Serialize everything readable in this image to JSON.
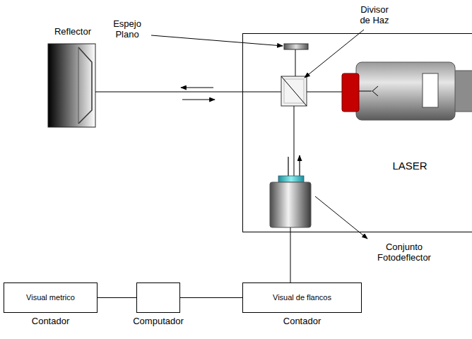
{
  "diagram": {
    "nodes": [
      {
        "text": [
          "Visual metrico",
          "Contador"
        ]
      },
      {
        "text": [
          "Computador"
        ]
      },
      {
        "text": [
          "Visual de flancos",
          "Contador"
        ]
      }
    ],
    "edges": [
      {
        "from": 0,
        "to": 1,
        "arrow": "none"
      },
      {
        "from": 1,
        "to": 2,
        "arrow": "none"
      }
    ],
    "labels": [
      "Reflector",
      "Espejo Plano",
      "Divisor de Haz",
      "LASER",
      "Conjunto Fotodeflector"
    ]
  }
}
